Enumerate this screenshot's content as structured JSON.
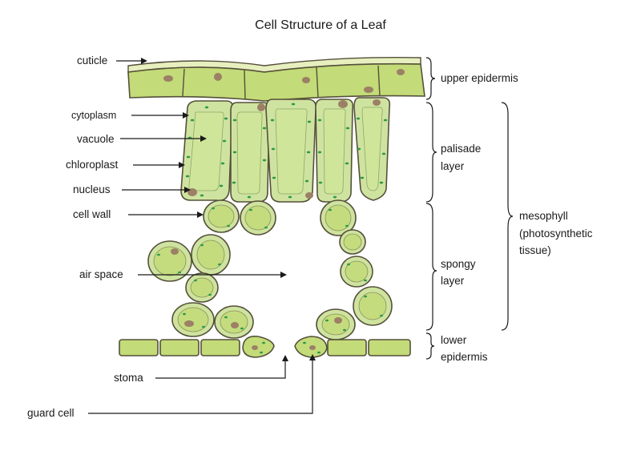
{
  "title": "Cell Structure of a Leaf",
  "left_labels": {
    "cuticle": "cuticle",
    "cytoplasm": "cytoplasm",
    "vacuole": "vacuole",
    "chloroplast": "chloroplast",
    "nucleus": "nucleus",
    "cell_wall": "cell wall",
    "air_space": "air space",
    "stoma": "stoma",
    "guard_cell": "guard cell"
  },
  "right_labels": {
    "upper_epidermis": "upper epidermis",
    "palisade_1": "palisade",
    "palisade_2": "layer",
    "spongy_1": "spongy",
    "spongy_2": "layer",
    "lower_1": "lower",
    "lower_2": "epidermis",
    "meso_1": "mesophyll",
    "meso_2": "(photosynthetic",
    "meso_3": "tissue)"
  },
  "colors": {
    "cell_fill": "#cfe3a0",
    "cell_outline": "#55503a",
    "chloroplast": "#2e9a48",
    "nucleus": "#9c8066"
  }
}
